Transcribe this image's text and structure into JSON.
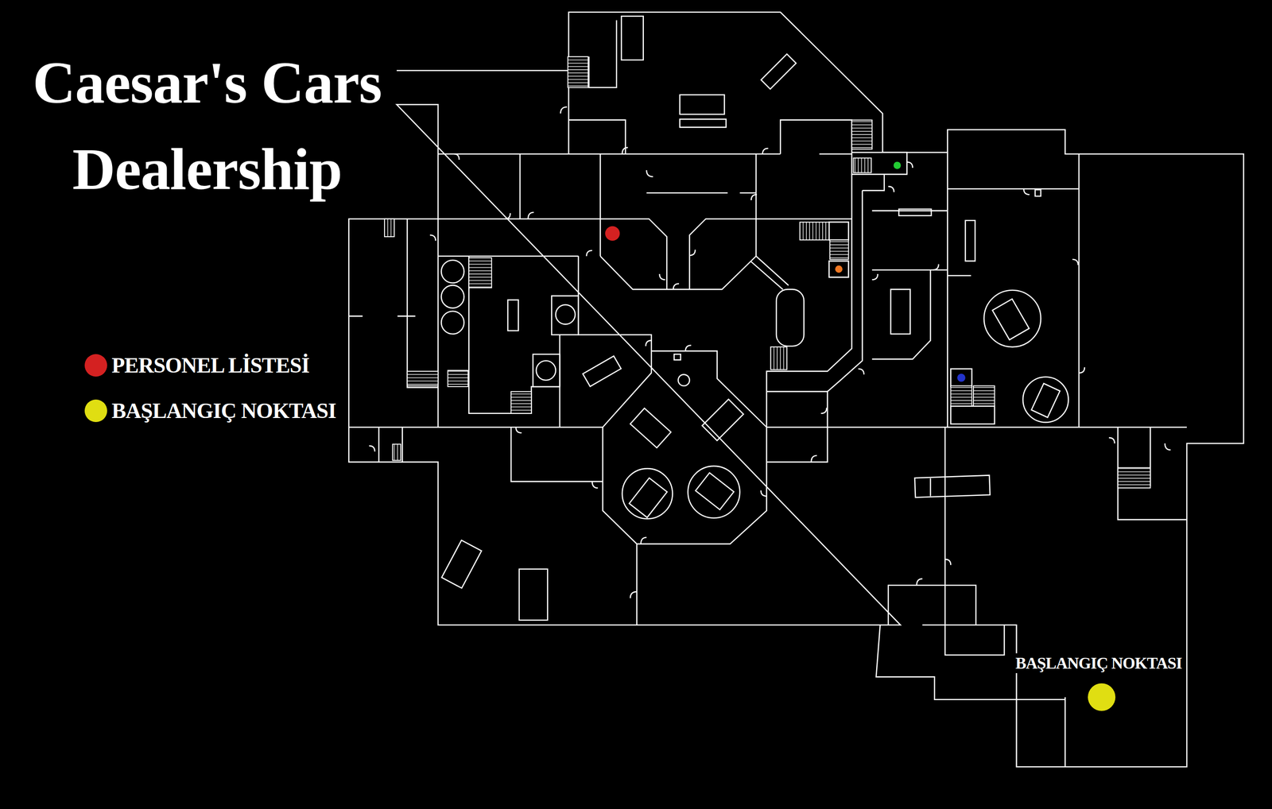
{
  "diagram": {
    "title": "Caesar's Cars Dealership",
    "labels": [
      "BAŞLANGIÇ NOKTASI"
    ],
    "legend": [
      {
        "text": "PERSONEL LİSTESİ",
        "color": "#d42121"
      },
      {
        "text": "BAŞLANGIÇ NOKTASI",
        "color": "#e0de12"
      }
    ]
  }
}
